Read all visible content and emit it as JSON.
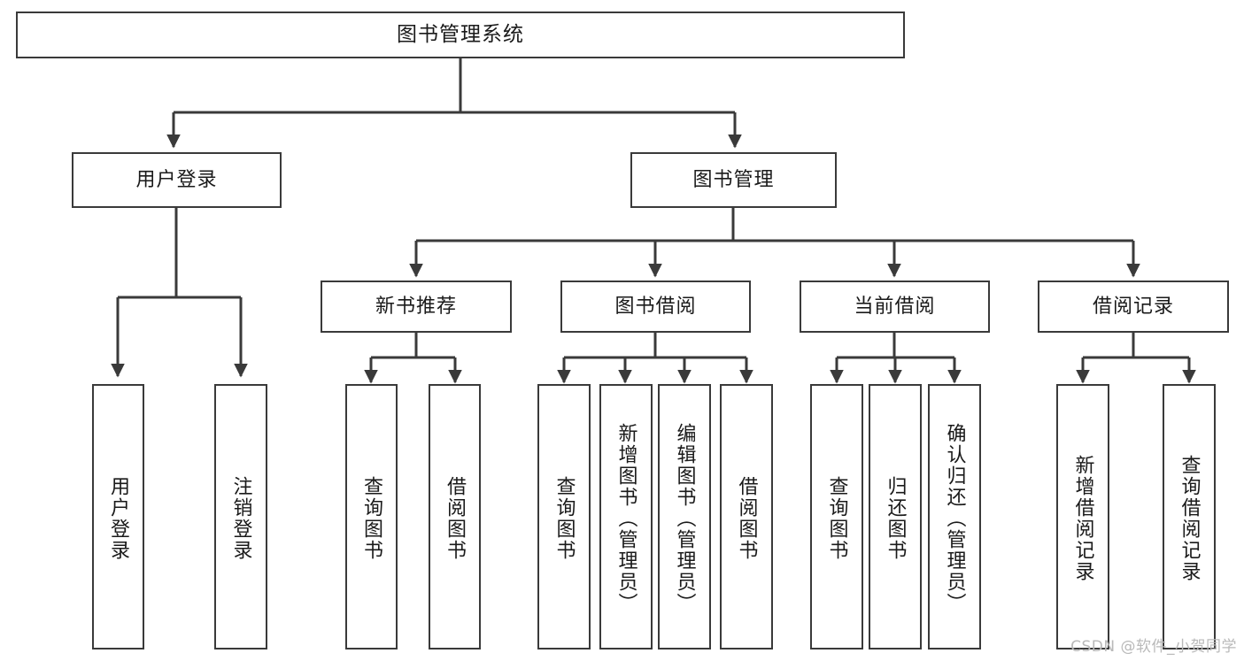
{
  "diagram": {
    "title": "图书管理系统",
    "type": "hierarchy-tree",
    "line_color": "#3a3a3a",
    "box_fill": "#ffffff",
    "text_color": "#1a1a1a",
    "background": "#ffffff"
  },
  "nodes": {
    "root": {
      "label": "图书管理系统"
    },
    "level1": [
      {
        "label": "用户登录"
      },
      {
        "label": "图书管理"
      }
    ],
    "level2": [
      {
        "label": "新书推荐"
      },
      {
        "label": "图书借阅"
      },
      {
        "label": "当前借阅"
      },
      {
        "label": "借阅记录"
      }
    ],
    "leaves": {
      "user_login": [
        {
          "label": "用户登录"
        },
        {
          "label": "注销登录"
        }
      ],
      "new_book_recommend": [
        {
          "label": "查询图书"
        },
        {
          "label": "借阅图书"
        }
      ],
      "book_borrow": [
        {
          "label": "查询图书"
        },
        {
          "label": "新增图书（管理员）"
        },
        {
          "label": "编辑图书（管理员）"
        },
        {
          "label": "借阅图书"
        }
      ],
      "current_borrow": [
        {
          "label": "查询图书"
        },
        {
          "label": "归还图书"
        },
        {
          "label": "确认归还（管理员）"
        }
      ],
      "borrow_record": [
        {
          "label": "新增借阅记录"
        },
        {
          "label": "查询借阅记录"
        }
      ]
    }
  },
  "watermark": {
    "text": "CSDN @软件_小贺同学"
  }
}
